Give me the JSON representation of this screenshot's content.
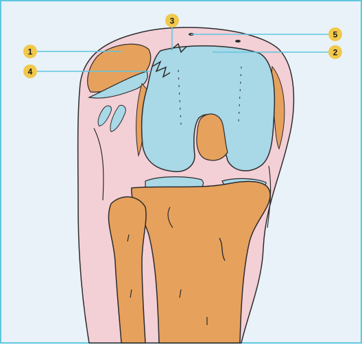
{
  "diagram": {
    "labels": [
      {
        "id": "1",
        "text": "1"
      },
      {
        "id": "2",
        "text": "2"
      },
      {
        "id": "3",
        "text": "3"
      },
      {
        "id": "4",
        "text": "4"
      },
      {
        "id": "5",
        "text": "5"
      }
    ]
  },
  "colors": {
    "background": "#e8f2f8",
    "frame": "#5fc6df",
    "soft_tissue": "#f3cfd6",
    "bone": "#e6a15d",
    "cartilage": "#a9d8e6",
    "outline": "#2b2b2b",
    "leader_line": "#5fc6df",
    "label_circle": "#f2c84b",
    "label_text": "#1b1b1b"
  }
}
